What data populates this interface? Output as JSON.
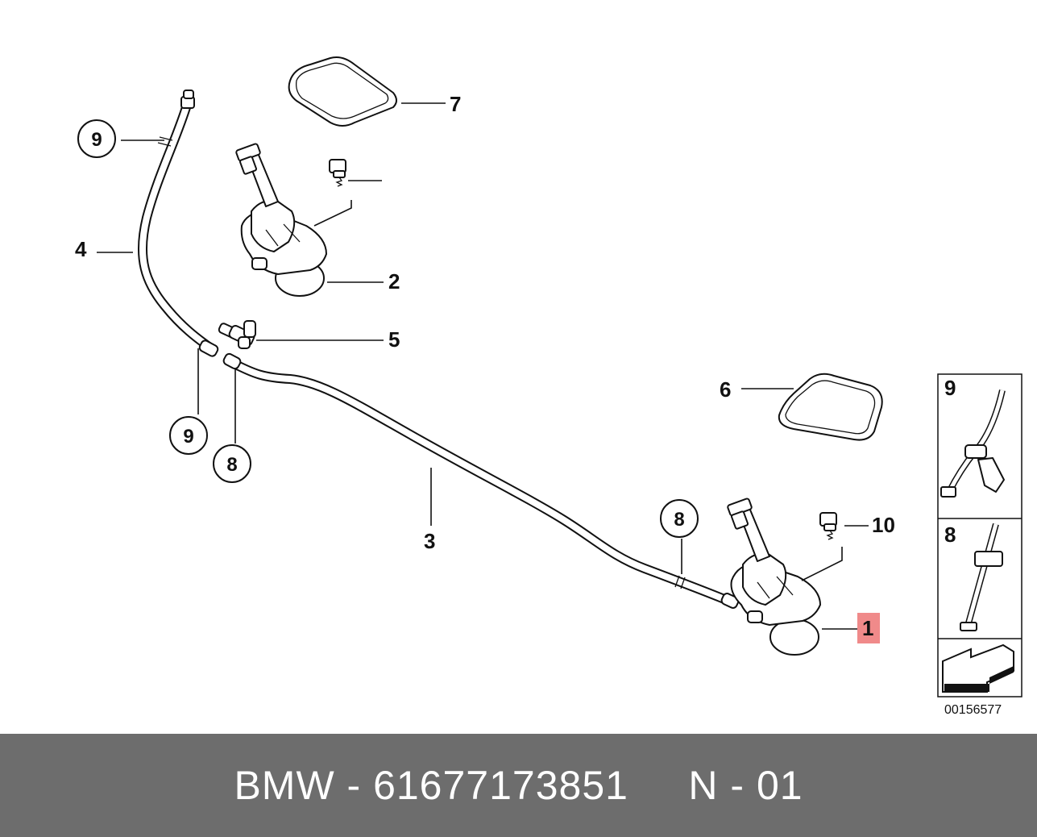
{
  "diagram": {
    "callouts": {
      "c1": "1",
      "c2": "2",
      "c3": "3",
      "c4": "4",
      "c5": "5",
      "c6": "6",
      "c7": "7",
      "c8_left": "8",
      "c8_right": "8",
      "c9_top": "9",
      "c9_bottom": "9",
      "c10": "10"
    },
    "legend": {
      "item_top": "9",
      "item_middle": "8"
    },
    "drawing_number": "00156577",
    "highlight_color": "#f08a8a"
  },
  "footer": {
    "text": "BMW - 61677173851     N - 01",
    "background": "#6d6d6d"
  }
}
